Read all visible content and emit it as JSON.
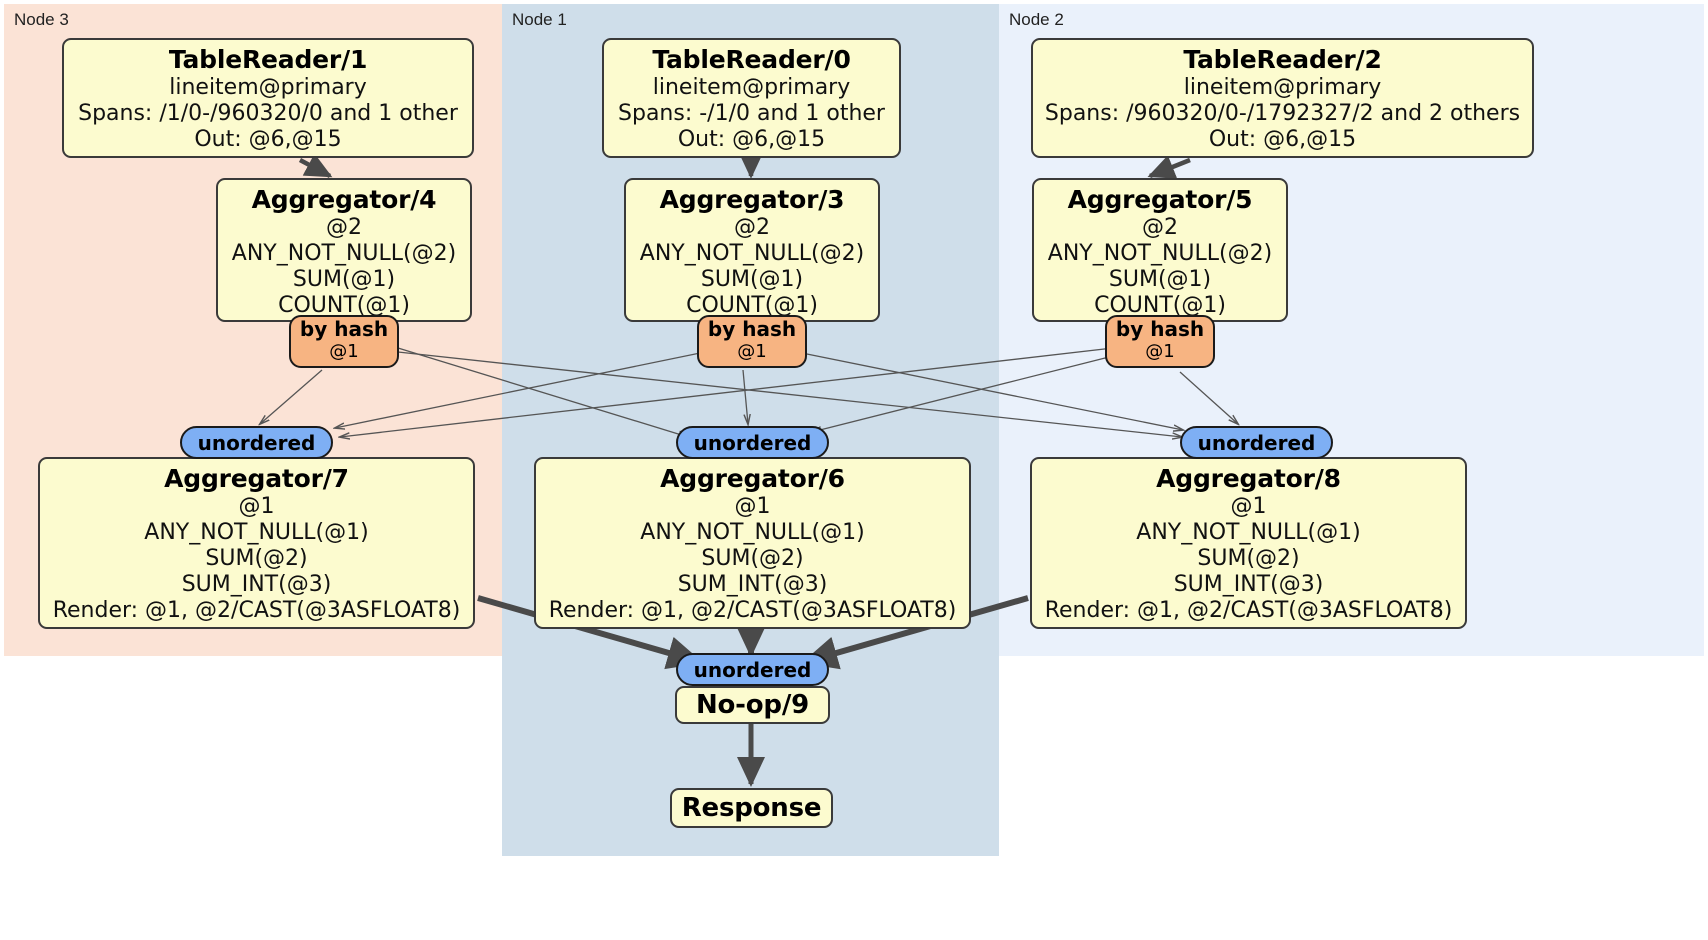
{
  "diagram": {
    "title": "Distributed SQL query plan (DistSQL flow diagram)",
    "colors": {
      "node3_panel": "#fbe3d6",
      "node1_panel": "#cfdeea",
      "node2_panel": "#eaf1fb",
      "processor_fill": "#fcfbcf",
      "processor_stroke": "#3a3a3a",
      "hash_router_fill": "#f7b482",
      "unordered_sync_fill": "#7eaff4",
      "edge_thin": "#555555",
      "edge_thick": "#4a4a4a"
    },
    "panels": [
      {
        "id": "node3",
        "label": "Node 3"
      },
      {
        "id": "node1",
        "label": "Node 1"
      },
      {
        "id": "node2",
        "label": "Node 2"
      }
    ],
    "processors": {
      "table_reader_1": {
        "title": "TableReader/1",
        "lines": [
          "lineitem@primary",
          "Spans: /1/0-/960320/0 and 1 other",
          "Out: @6,@15"
        ]
      },
      "table_reader_0": {
        "title": "TableReader/0",
        "lines": [
          "lineitem@primary",
          "Spans: -/1/0 and 1 other",
          "Out: @6,@15"
        ]
      },
      "table_reader_2": {
        "title": "TableReader/2",
        "lines": [
          "lineitem@primary",
          "Spans: /960320/0-/1792327/2 and 2 others",
          "Out: @6,@15"
        ]
      },
      "aggregator_4": {
        "title": "Aggregator/4",
        "lines": [
          "@2",
          "ANY_NOT_NULL(@2)",
          "SUM(@1)",
          "COUNT(@1)"
        ]
      },
      "aggregator_3": {
        "title": "Aggregator/3",
        "lines": [
          "@2",
          "ANY_NOT_NULL(@2)",
          "SUM(@1)",
          "COUNT(@1)"
        ]
      },
      "aggregator_5": {
        "title": "Aggregator/5",
        "lines": [
          "@2",
          "ANY_NOT_NULL(@2)",
          "SUM(@1)",
          "COUNT(@1)"
        ]
      },
      "aggregator_7": {
        "title": "Aggregator/7",
        "lines": [
          "@1",
          "ANY_NOT_NULL(@1)",
          "SUM(@2)",
          "SUM_INT(@3)",
          "Render: @1, @2/CAST(@3ASFLOAT8)"
        ]
      },
      "aggregator_6": {
        "title": "Aggregator/6",
        "lines": [
          "@1",
          "ANY_NOT_NULL(@1)",
          "SUM(@2)",
          "SUM_INT(@3)",
          "Render: @1, @2/CAST(@3ASFLOAT8)"
        ]
      },
      "aggregator_8": {
        "title": "Aggregator/8",
        "lines": [
          "@1",
          "ANY_NOT_NULL(@1)",
          "SUM(@2)",
          "SUM_INT(@3)",
          "Render: @1, @2/CAST(@3ASFLOAT8)"
        ]
      },
      "noop_9": {
        "title": "No-op/9",
        "lines": []
      },
      "response": {
        "title": "Response",
        "lines": []
      }
    },
    "routers": {
      "hash_left": {
        "label": "by hash",
        "sub": "@1"
      },
      "hash_center": {
        "label": "by hash",
        "sub": "@1"
      },
      "hash_right": {
        "label": "by hash",
        "sub": "@1"
      }
    },
    "synchronizers": {
      "unordered_left": {
        "label": "unordered"
      },
      "unordered_center": {
        "label": "unordered"
      },
      "unordered_right": {
        "label": "unordered"
      },
      "unordered_final": {
        "label": "unordered"
      }
    }
  }
}
